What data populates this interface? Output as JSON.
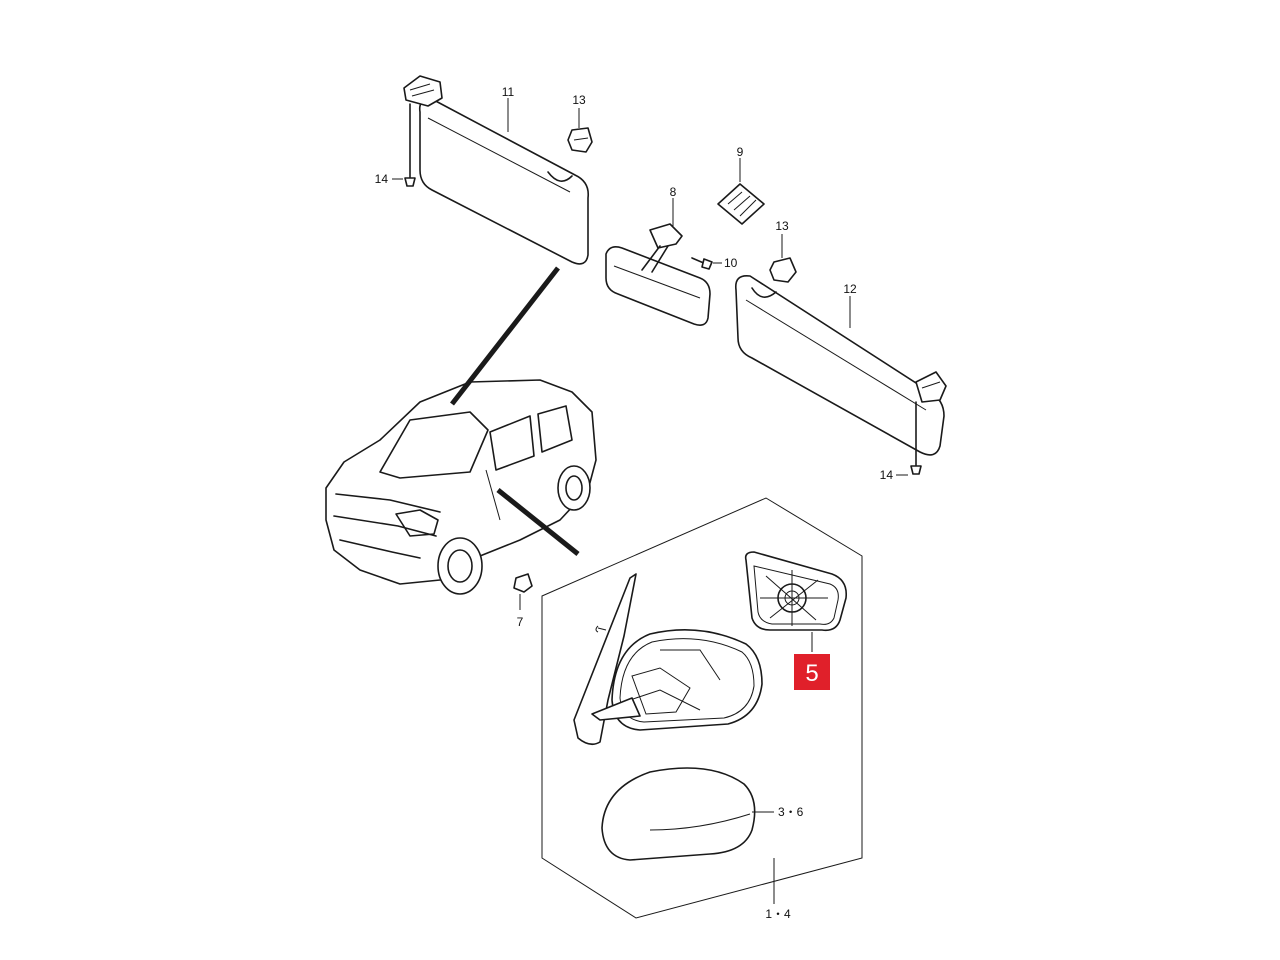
{
  "labels": {
    "p11": "11",
    "p13a": "13",
    "p14a": "14",
    "p9": "9",
    "p8": "8",
    "p10": "10",
    "p13b": "13",
    "p12": "12",
    "p14b": "14",
    "p7": "7",
    "p5": "5",
    "p36": "3・6",
    "p14": "1・4"
  },
  "colors": {
    "highlight": "#e0202a",
    "line": "#1a1a1a"
  }
}
